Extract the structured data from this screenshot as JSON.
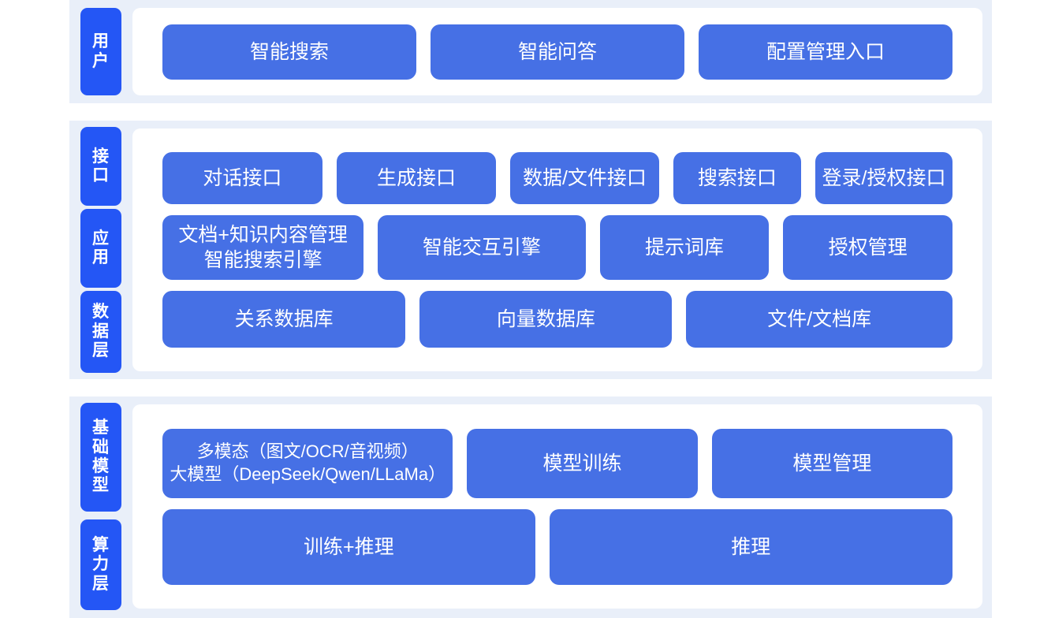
{
  "colors": {
    "chip_blue": "#2456f5",
    "box_blue": "#4670e5",
    "band_bg": "#e9eff9",
    "panel_bg": "#ffffff",
    "page_bg": "#ffffff",
    "text_on_blue": "#ffffff"
  },
  "sections": [
    {
      "id": "user",
      "chips": [
        {
          "label": "用户"
        }
      ],
      "rows": [
        {
          "id": "user-entries",
          "boxes": [
            {
              "label": "智能搜索"
            },
            {
              "label": "智能问答"
            },
            {
              "label": "配置管理入口"
            }
          ]
        }
      ]
    },
    {
      "id": "platform",
      "chips": [
        {
          "label": "接口"
        },
        {
          "label": "应用"
        },
        {
          "label": "数据层"
        }
      ],
      "rows": [
        {
          "id": "interface",
          "boxes": [
            {
              "label": "对话接口"
            },
            {
              "label": "生成接口"
            },
            {
              "label": "数据/文件接口"
            },
            {
              "label": "搜索接口"
            },
            {
              "label": "登录/授权接口"
            }
          ]
        },
        {
          "id": "application",
          "boxes": [
            {
              "label": "文档+知识内容管理\n智能搜索引擎"
            },
            {
              "label": "智能交互引擎"
            },
            {
              "label": "提示词库"
            },
            {
              "label": "授权管理"
            }
          ]
        },
        {
          "id": "data-layer",
          "boxes": [
            {
              "label": "关系数据库"
            },
            {
              "label": "向量数据库"
            },
            {
              "label": "文件/文档库"
            }
          ]
        }
      ]
    },
    {
      "id": "infrastructure",
      "chips": [
        {
          "label": "基础模型"
        },
        {
          "label": "算力层"
        }
      ],
      "rows": [
        {
          "id": "foundation-model",
          "boxes": [
            {
              "label": "多模态（图文/OCR/音视频）\n大模型（DeepSeek/Qwen/LLaMa）"
            },
            {
              "label": "模型训练"
            },
            {
              "label": "模型管理"
            }
          ]
        },
        {
          "id": "compute-layer",
          "boxes": [
            {
              "label": "训练+推理"
            },
            {
              "label": "推理"
            }
          ]
        }
      ]
    }
  ]
}
